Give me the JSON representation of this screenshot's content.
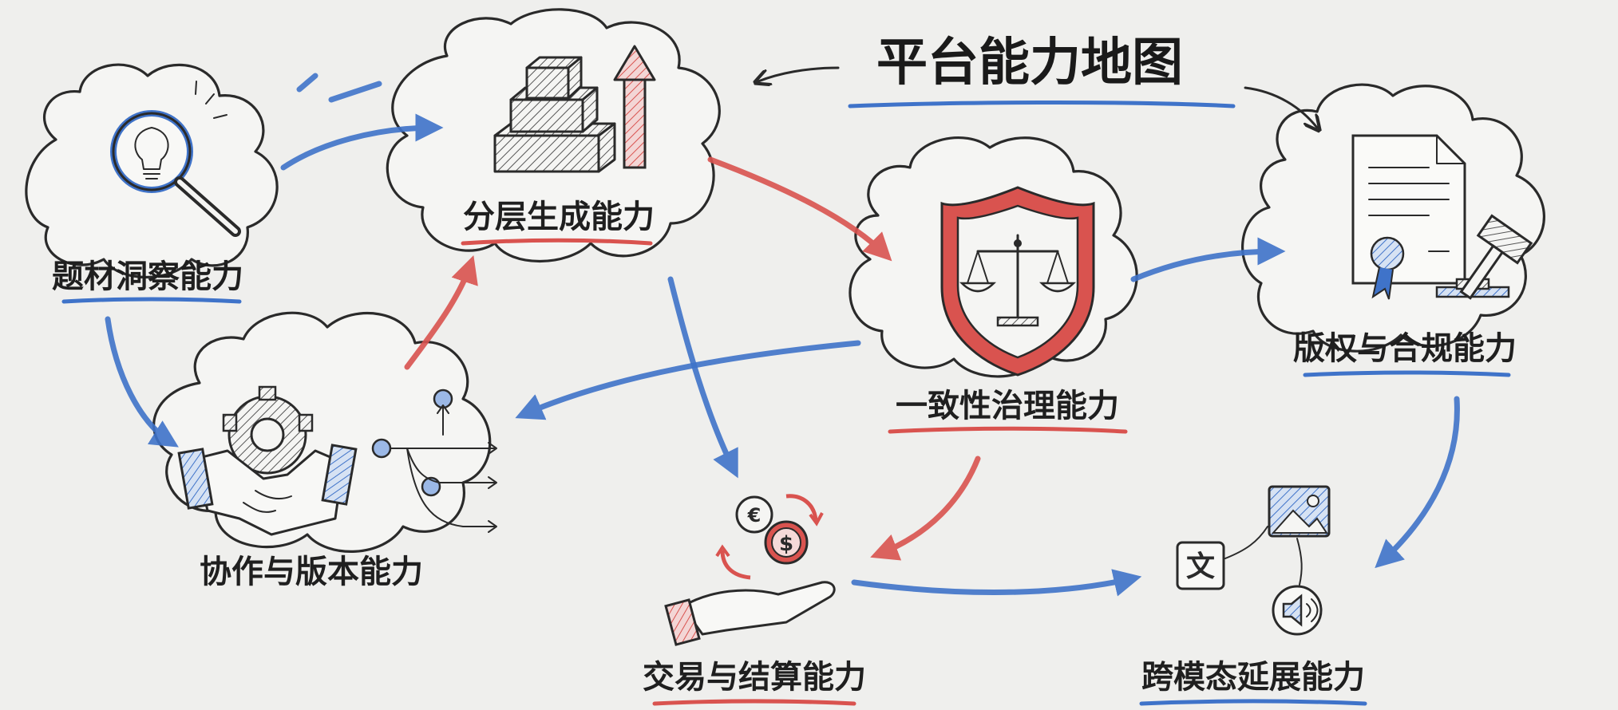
{
  "title": "平台能力地图",
  "nodes": {
    "topic_insight": "题材洞察能力",
    "layered_generation": "分层生成能力",
    "consistency_governance": "一致性治理能力",
    "copyright_compliance": "版权与合规能力",
    "collaboration_version": "协作与版本能力",
    "trading_settlement": "交易与结算能力",
    "cross_modal": "跨模态延展能力"
  },
  "icons": {
    "cross_modal_text_glyph": "文"
  },
  "colors": {
    "blue_accent": "#3f73c9",
    "red_accent": "#d9534f",
    "ink": "#2a2a2a",
    "background": "#efefed"
  }
}
